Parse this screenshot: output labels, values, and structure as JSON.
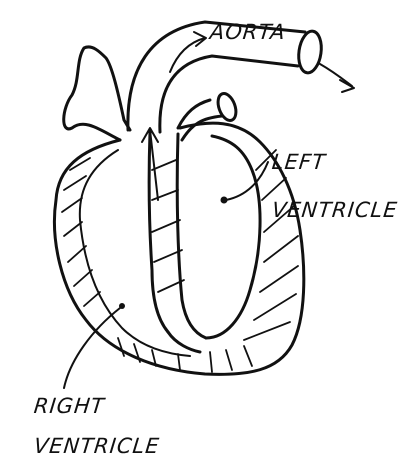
{
  "labels": {
    "aorta": "AORTA",
    "left_ventricle_line1": "LEFT",
    "left_ventricle_line2": "VENTRICLE",
    "right_ventricle_line1": "RIGHT",
    "right_ventricle_line2": "VENTRICLE"
  },
  "colors": {
    "ink": "#111111",
    "background": "#ffffff"
  }
}
